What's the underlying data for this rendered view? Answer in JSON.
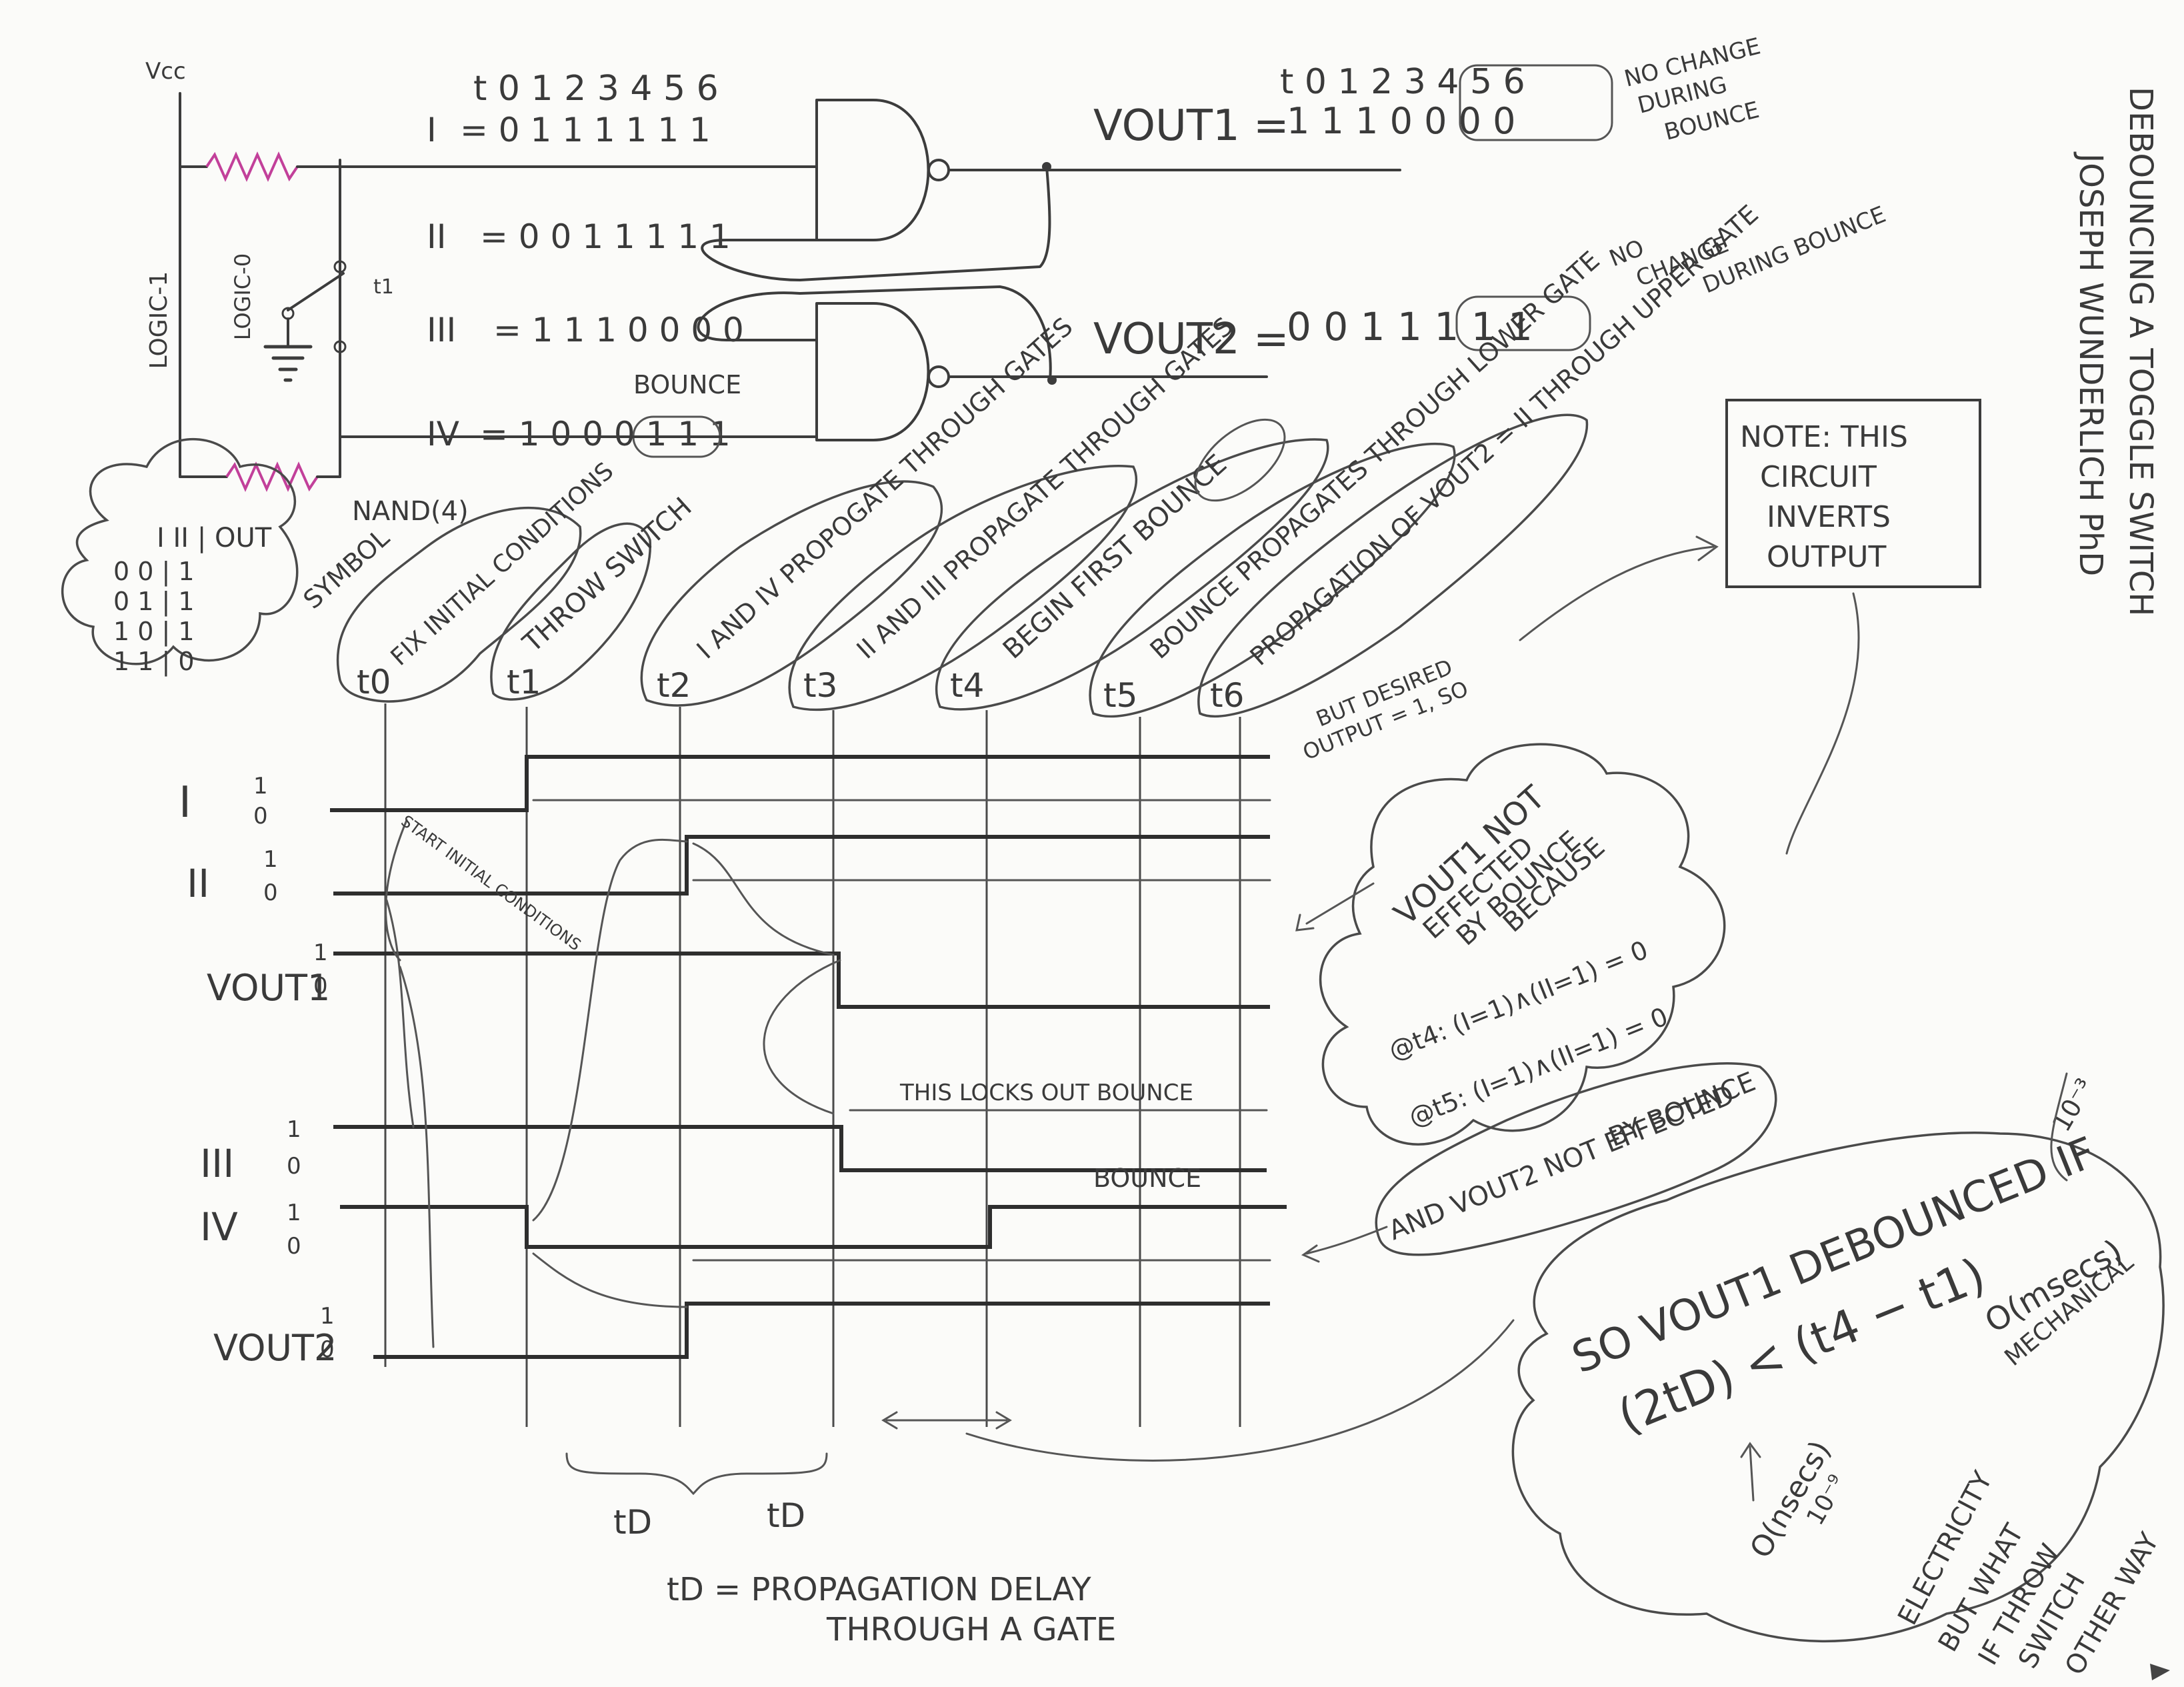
{
  "title": {
    "line1": "DEBOUNCING A TOGGLE SWITCH",
    "line2": "JOSEPH WUNDERLICH PhD"
  },
  "circuit": {
    "vcc": "Vcc",
    "logic1": "LOGIC-1",
    "logic0": "LOGIC-0",
    "t1": "t1",
    "nand": "NAND(4)"
  },
  "table_header": "t 0 1 2 3 4 5 6",
  "inputs": [
    {
      "roman": "I",
      "seq": "= 0 1 1 1 1 1 1"
    },
    {
      "roman": "II",
      "seq": "= 0 0 1 1 1 1 1"
    },
    {
      "roman": "III",
      "seq": "= 1 1 1 0 0 0 0"
    },
    {
      "roman": "IV",
      "seq": "= 1 0 0 0 1 1 1"
    }
  ],
  "bounce_label": "BOUNCE",
  "vout1": {
    "label": "VOUT1 =",
    "header": "t 0 1 2 3 4 5 6",
    "values": "1 1 1 0 0 0 0",
    "note_line1": "NO CHANGE",
    "note_line2": "DURING",
    "note_line3": "BOUNCE"
  },
  "vout2": {
    "label": "VOUT2 =",
    "values": "0 0 1 1 1 1 1",
    "note_line1": "NO",
    "note_line2": "CHANGE",
    "note_line3": "DURING BOUNCE"
  },
  "truth_table": {
    "header": "I II | OUT",
    "rows": [
      "0 0 | 1",
      "0 1 | 1",
      "1 0 | 1",
      "1 1 | 0"
    ],
    "symbol": "SYMBOL"
  },
  "events": [
    {
      "t": "t0",
      "text": "FIX INITIAL CONDITIONS"
    },
    {
      "t": "t1",
      "text": "THROW SWITCH"
    },
    {
      "t": "t2",
      "text": "I AND IV PROPOGATE THROUGH GATES"
    },
    {
      "t": "t3",
      "text": "II AND III PROPAGATE THROUGH GATES"
    },
    {
      "t": "t4",
      "text": "BEGIN FIRST BOUNCE"
    },
    {
      "t": "t5",
      "text": "BOUNCE PROPAGATES THROUGH LOWER GATE"
    },
    {
      "t": "t6",
      "text": "PROPAGATION OF VOUT2 = II THROUGH UPPER GATE"
    }
  ],
  "note_box": {
    "line1": "NOTE: THIS",
    "line2": "CIRCUIT",
    "line3": "INVERTS",
    "line4": "OUTPUT"
  },
  "desired": {
    "line1": "BUT DESIRED",
    "line2": "OUTPUT = 1, SO"
  },
  "timing_rows": [
    {
      "name": "I",
      "hi": "1",
      "lo": "0"
    },
    {
      "name": "II",
      "hi": "1",
      "lo": "0"
    },
    {
      "name": "VOUT1",
      "hi": "1",
      "lo": "0"
    },
    {
      "name": "III",
      "hi": "1",
      "lo": "0"
    },
    {
      "name": "IV",
      "hi": "1",
      "lo": "0"
    },
    {
      "name": "VOUT2",
      "hi": "1",
      "lo": "0"
    }
  ],
  "start_note": "START INITIAL CONDITIONS",
  "lockout": "THIS LOCKS OUT BOUNCE",
  "bounce2": "BOUNCE",
  "td_labels": [
    "tD",
    "tD"
  ],
  "td_def": {
    "line1": "tD = PROPAGATION DELAY",
    "line2": "THROUGH A GATE"
  },
  "vout1_note": {
    "line1": "VOUT1 NOT",
    "line2": "EFFECTED",
    "line3": "BY BOUNCE",
    "line4": "BECAUSE",
    "eq1": "@t4: (I=1)∧(II=1) = 0",
    "eq2": "@t5: (I=1)∧(II=1) = 0"
  },
  "vout2_note": {
    "line1": "AND VOUT2 NOT EFFECTED",
    "line2": "BY BOUNCE"
  },
  "conclusion": {
    "line1": "SO VOUT1 DEBOUNCED IF",
    "ineq": "(2tD) < (t4 − t1)",
    "o_ns": "O(nsecs)",
    "exp9": "10⁻⁹",
    "electricity": "ELECTRICITY",
    "o_ms": "O(msecs)",
    "exp3": "10⁻³",
    "mechanical": "MECHANICAL"
  },
  "footer": {
    "line1": "BUT WHAT",
    "line2": "IF THROW",
    "line3": "SWITCH",
    "line4": "OTHER WAY"
  }
}
